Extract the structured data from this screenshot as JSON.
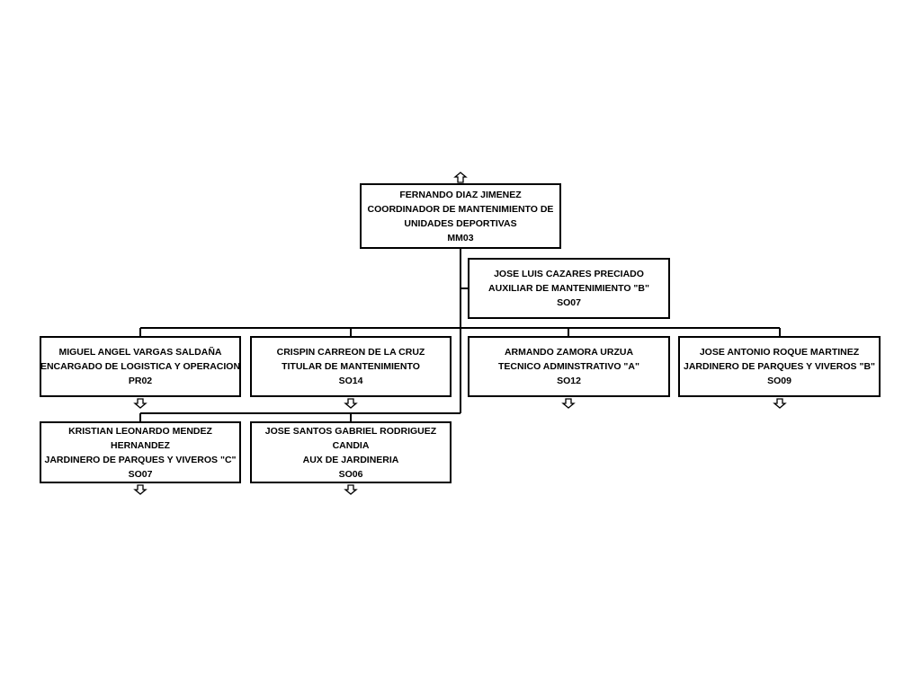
{
  "org_chart": {
    "root": {
      "name": "FERNANDO DIAZ JIMENEZ",
      "title_line1": "COORDINADOR DE MANTENIMIENTO DE",
      "title_line2": "UNIDADES DEPORTIVAS",
      "code": "MM03"
    },
    "assistant": {
      "name": "JOSE LUIS CAZARES PRECIADO",
      "title": "AUXILIAR DE MANTENIMIENTO \"B\"",
      "code": "SO07"
    },
    "children": [
      {
        "name": "MIGUEL ANGEL VARGAS SALDAÑA",
        "title": "ENCARGADO DE LOGISTICA Y OPERACION",
        "code": "PR02"
      },
      {
        "name": "CRISPIN CARREON DE LA CRUZ",
        "title": "TITULAR DE MANTENIMIENTO",
        "code": "SO14"
      },
      {
        "name": "ARMANDO ZAMORA URZUA",
        "title": "TECNICO ADMINSTRATIVO \"A\"",
        "code": "SO12"
      },
      {
        "name": "JOSE ANTONIO ROQUE MARTINEZ",
        "title": "JARDINERO DE PARQUES Y VIVEROS \"B\"",
        "code": "SO09"
      },
      {
        "name_line1": "KRISTIAN LEONARDO MENDEZ",
        "name_line2": "HERNANDEZ",
        "title": "JARDINERO DE PARQUES Y VIVEROS \"C\"",
        "code": "SO07"
      },
      {
        "name_line1": "JOSE SANTOS GABRIEL RODRIGUEZ",
        "name_line2": "CANDIA",
        "title": "AUX  DE JARDINERIA",
        "code": "SO06"
      }
    ]
  }
}
